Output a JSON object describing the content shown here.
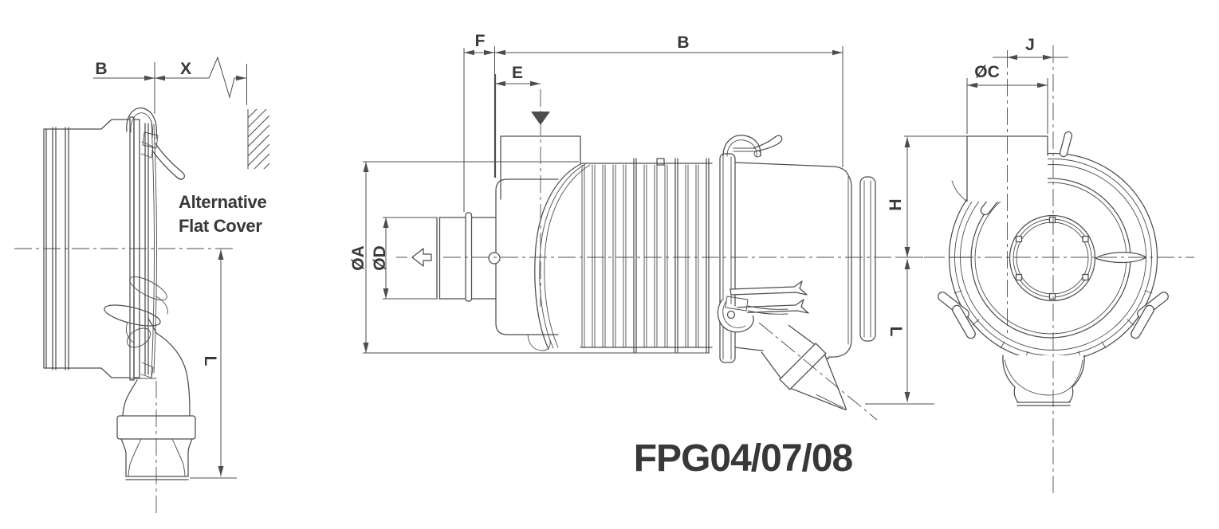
{
  "title": "FPG04/07/08",
  "annotation": {
    "line1": "Alternative",
    "line2": "Flat Cover"
  },
  "dimensions": {
    "side_view": {
      "b": "B",
      "x": "X",
      "l": "L"
    },
    "main_view": {
      "f": "F",
      "b": "B",
      "e": "E",
      "dia_a": "ØA",
      "dia_d": "ØD"
    },
    "end_view": {
      "dia_c": "ØC",
      "j": "J",
      "h": "H",
      "l": "L"
    }
  },
  "colors": {
    "line": "#4d4d4d",
    "text": "#383838",
    "background": "#ffffff"
  }
}
